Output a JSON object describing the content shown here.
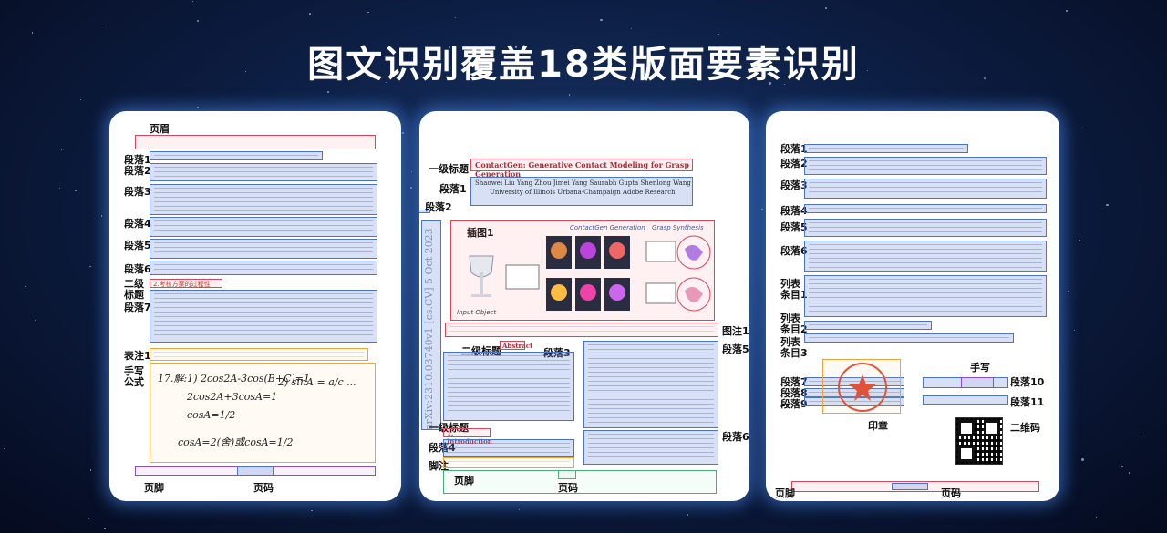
{
  "title": "图文识别覆盖18类版面要素识别",
  "panel1": {
    "labels": {
      "header": "页眉",
      "p1": "段落1",
      "p2": "段落2",
      "p3": "段落3",
      "p4": "段落4",
      "p5": "段落5",
      "p6": "段落6",
      "p7": "段落7",
      "h2": "二级\n标题",
      "table_caption": "表注1",
      "formula": "手写\n公式",
      "footer": "页脚",
      "page_no": "页码"
    },
    "heading_text": "2.考核方案的过程性",
    "handwriting": [
      "17.解:1) 2cos2A-3cos(B+C)=1",
      "2cos2A+3cosA=1",
      "cosA=1/2",
      "2) sinA = a/c ...",
      "cosA=2(舍)或cosA=1/2"
    ]
  },
  "panel2": {
    "labels": {
      "h1": "一级标题",
      "p1": "段落1",
      "p2": "段落2",
      "figure": "插图1",
      "fig_caption": "图注1",
      "p5": "段落5",
      "h2": "二级标题",
      "p3": "段落3",
      "h1b": "一级标题",
      "p4": "段落4",
      "p6": "段落6",
      "footnote": "脚注",
      "footer": "页脚",
      "page_no": "页码"
    },
    "paper_title": "ContactGen: Generative Contact Modeling for Grasp Generation",
    "authors": "Shaowei Liu   Yang Zhou   Jimei Yang   Saurabh Gupta   Shenlong Wang",
    "affiliation": "University of Illinois Urbana-Champaign   Adobe Research",
    "arxiv": "arXiv:2310.03740v1 [cs.CV] 5 Oct 2023",
    "abstract_label": "Abstract",
    "intro_label": "1. Introduction",
    "fig_head_left": "ContactGen Generation",
    "fig_head_right": "Grasp Synthesis",
    "fig_input": "Input Object"
  },
  "panel3": {
    "labels": {
      "p1": "段落1",
      "p2": "段落2",
      "p3": "段落3",
      "p4": "段落4",
      "p5": "段落5",
      "p6": "段落6",
      "li1": "列表\n条目1",
      "li2": "列表\n条目2",
      "li3": "列表\n条目3",
      "p7": "段落7",
      "p8": "段落8",
      "p9": "段落9",
      "handwrite": "手写",
      "p10": "段落10",
      "p11": "段落11",
      "seal": "印章",
      "qr": "二维码",
      "footer": "页脚",
      "page_no": "页码"
    }
  }
}
